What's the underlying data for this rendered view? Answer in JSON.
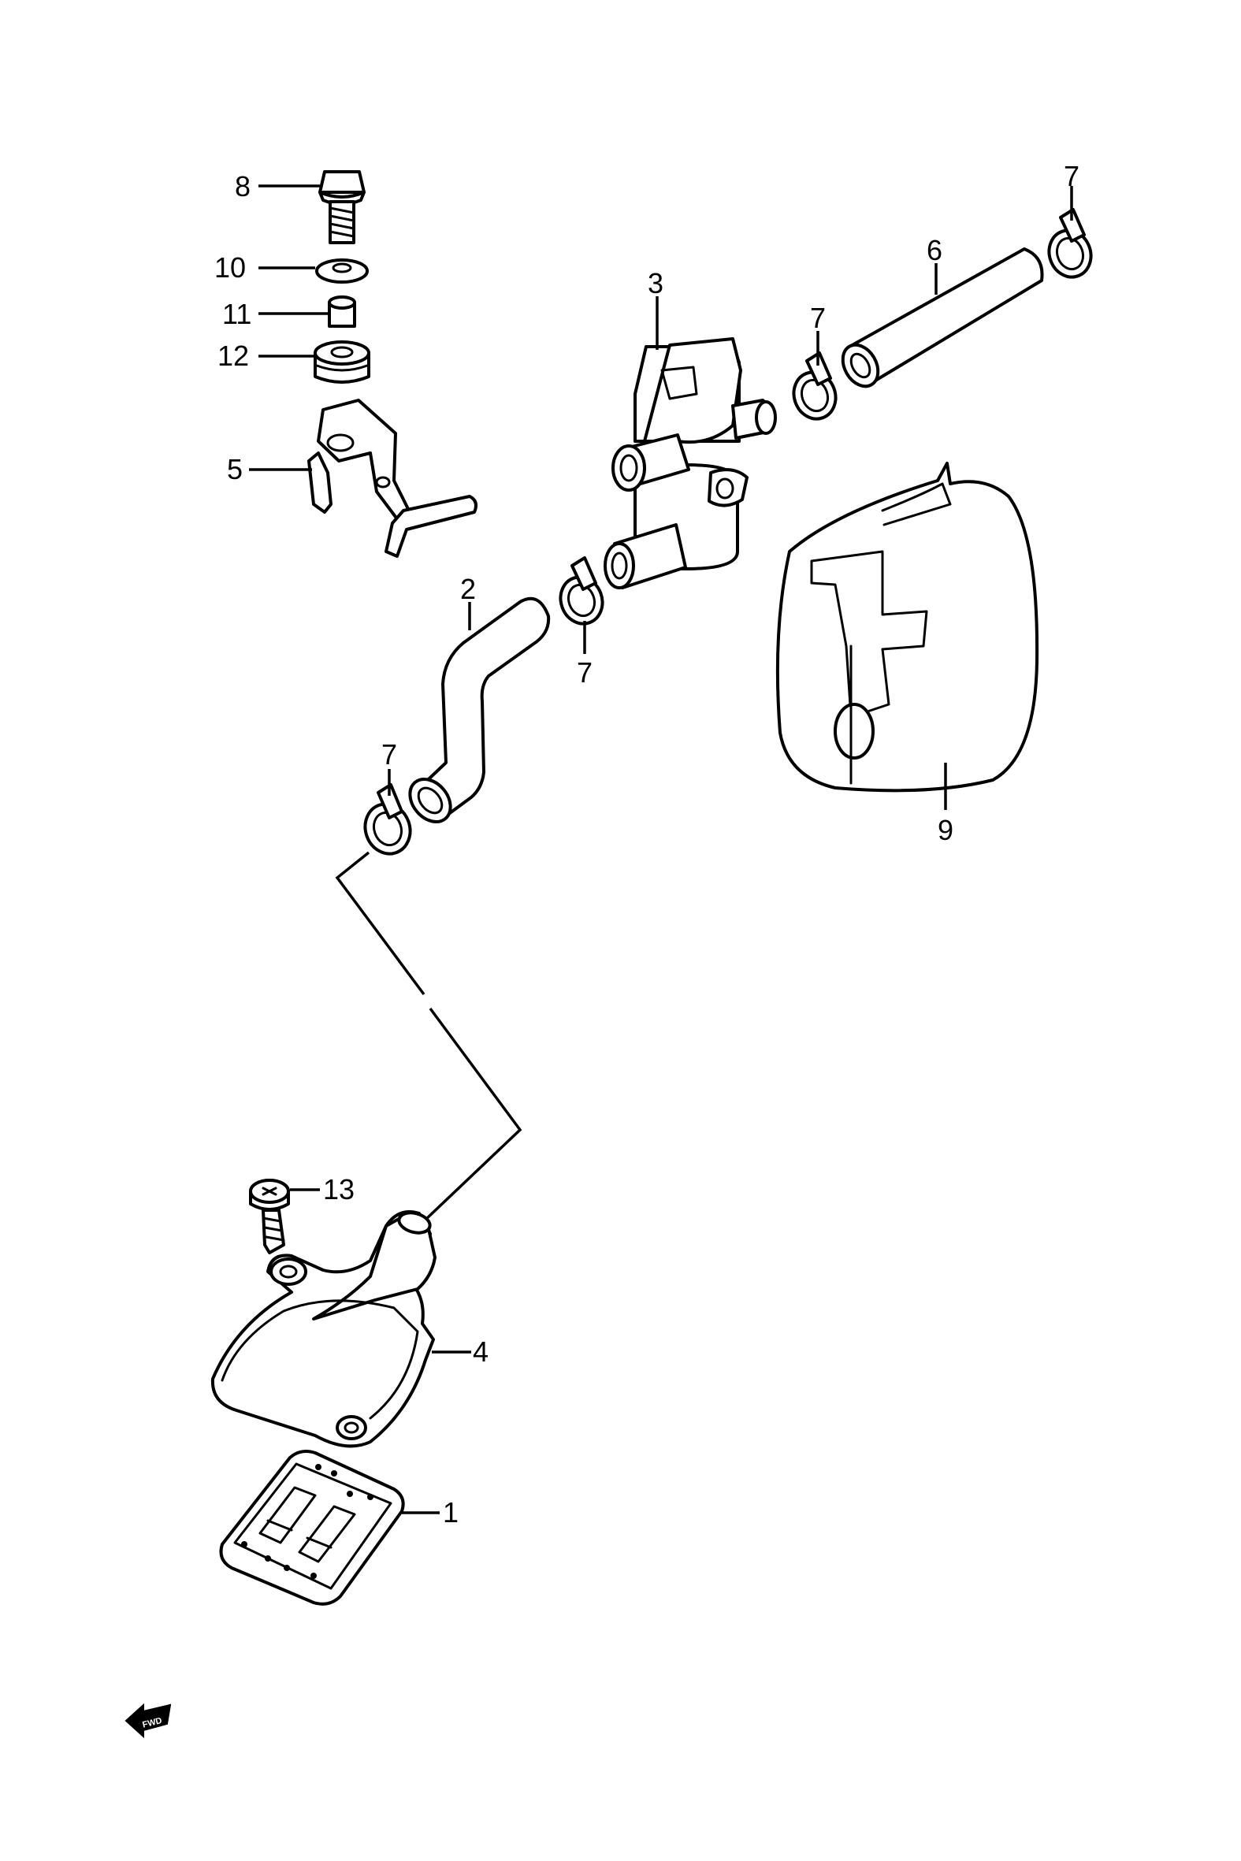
{
  "callouts": {
    "c1": "1",
    "c2": "2",
    "c3": "3",
    "c4": "4",
    "c5": "5",
    "c6": "6",
    "c7a": "7",
    "c7b": "7",
    "c7c": "7",
    "c7d": "7",
    "c8": "8",
    "c9": "9",
    "c10": "10",
    "c11": "11",
    "c12": "12",
    "c13": "13"
  },
  "direction_badge": {
    "label": "FWD"
  },
  "colors": {
    "line": "#000000",
    "background": "#ffffff"
  }
}
